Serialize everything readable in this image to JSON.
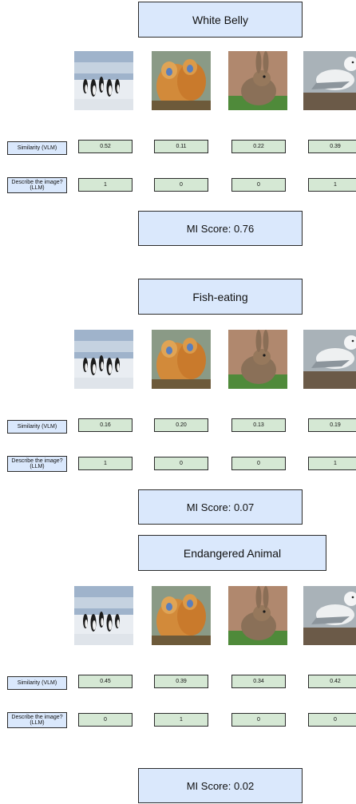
{
  "row_labels": {
    "similarity": "Similarity (VLM)",
    "describe": "Describe the image? (LLM)"
  },
  "images": [
    "penguins",
    "monkeys",
    "rabbit",
    "seagull"
  ],
  "panels": [
    {
      "concept": "White Belly",
      "similarity": [
        "0.52",
        "0.11",
        "0.22",
        "0.39"
      ],
      "describe": [
        "1",
        "0",
        "0",
        "1"
      ],
      "mi_score": "MI Score: 0.76"
    },
    {
      "concept": "Fish-eating",
      "similarity": [
        "0.16",
        "0.20",
        "0.13",
        "0.19"
      ],
      "describe": [
        "1",
        "0",
        "0",
        "1"
      ],
      "mi_score": "MI Score: 0.07"
    },
    {
      "concept": "Endangered Animal",
      "similarity": [
        "0.45",
        "0.39",
        "0.34",
        "0.42"
      ],
      "describe": [
        "0",
        "1",
        "0",
        "0"
      ],
      "mi_score": "MI Score: 0.02"
    }
  ],
  "colors": {
    "title_fill": "#dae8fc",
    "value_fill": "#d5e8d4",
    "border": "#2b2b2b"
  }
}
